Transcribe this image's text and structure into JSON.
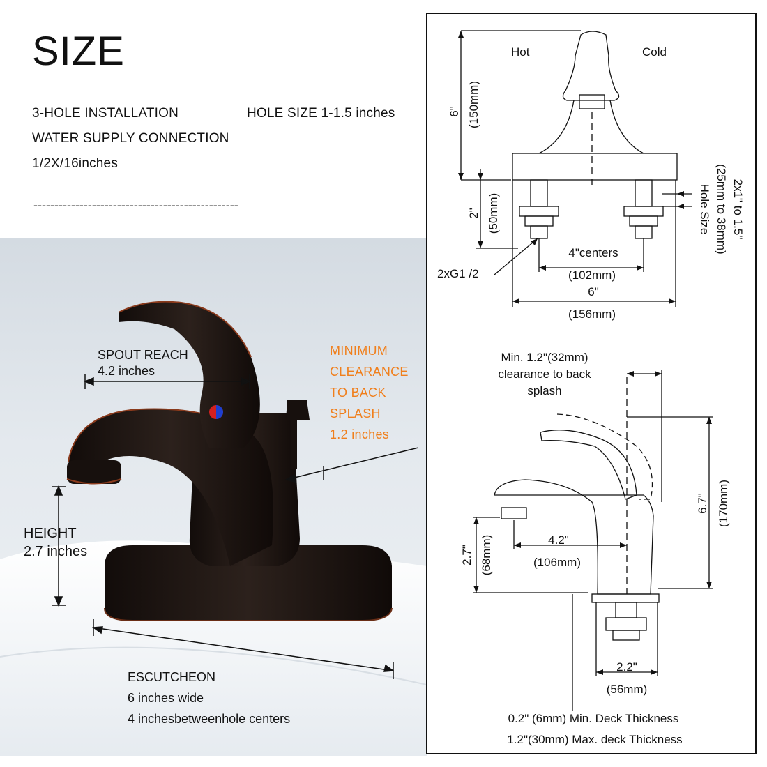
{
  "header": {
    "title": "SIZE",
    "spec_installation": "3-HOLE INSTALLATION",
    "spec_hole_size": "HOLE SIZE 1-1.5 inches",
    "spec_water_supply": "WATER SUPPLY CONNECTION",
    "spec_connection_size": "1/2X/16inches",
    "divider": "-------------------------------------------------"
  },
  "photo_labels": {
    "spout_reach_title": "SPOUT REACH",
    "spout_reach_value": "4.2 inches",
    "clearance_lines": [
      "MINIMUM",
      "CLEARANCE",
      "TO BACK",
      "SPLASH",
      "1.2 inches"
    ],
    "height_title": "HEIGHT",
    "height_value": "2.7 inches",
    "escutcheon_title": "ESCUTCHEON",
    "escutcheon_width": "6 inches wide",
    "escutcheon_centers": "4 inchesbetweenhole centers"
  },
  "colors": {
    "clearance_text": "#f07f1c",
    "faucet_body": "#1e1613",
    "bronze_edge": "#8a3a1c",
    "hot_marker": "#d32020",
    "cold_marker": "#1d3fd0"
  },
  "front_view": {
    "hot": "Hot",
    "cold": "Cold",
    "height_in": "6\"",
    "height_mm": "(150mm)",
    "shank_in": "2\"",
    "shank_mm": "(50mm)",
    "hole_size_in": "2x1\" to 1.5\"",
    "hole_size_mm": "(25mm to 38mm)",
    "hole_size_label": "Hole Size",
    "connection": "2xG1 /2",
    "centers_in": "4\"centers",
    "centers_mm": "(102mm)",
    "width_in": "6\"",
    "width_mm": "(156mm)"
  },
  "side_view": {
    "clearance_line1": "Min. 1.2\"(32mm)",
    "clearance_line2": "clearance to back",
    "clearance_line3": "splash",
    "height_in": "6.7\"",
    "height_mm": "(170mm)",
    "spout_height_in": "2.7\"",
    "spout_height_mm": "(68mm)",
    "reach_in": "4.2\"",
    "reach_mm": "(106mm)",
    "base_in": "2.2\"",
    "base_mm": "(56mm)",
    "min_deck": "0.2\" (6mm) Min. Deck Thickness",
    "max_deck": "1.2\"(30mm) Max. deck Thickness"
  }
}
